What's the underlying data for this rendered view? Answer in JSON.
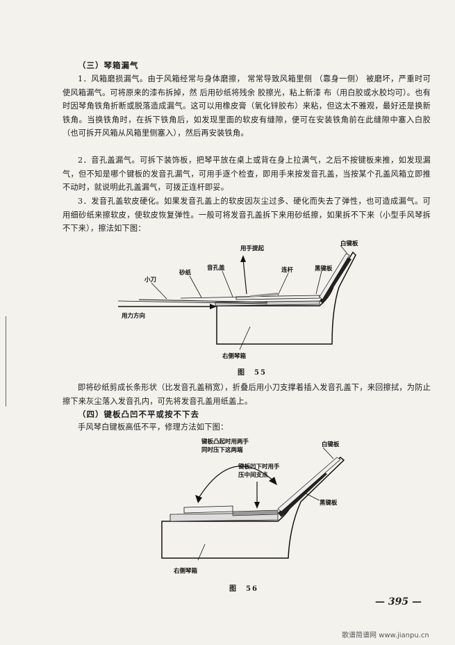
{
  "section3": {
    "title": "（三）琴箱漏气",
    "p1": "1．风箱磨损漏气。由于风箱经常与身体磨擦， 常常导致风箱里侧 （靠身一侧） 被磨坏，严重时可使风箱漏气。可将原来的漆布拆掉，然 后用砂纸将残余 胶擦光，粘上新漆 布（用白胶或水胶均可）。也有时因琴角铁角折断或脱落造成漏气。这可以用橡皮膏（氧化锌胶布）来粘，但这太不雅观，最好还是换新铁角。当换铁角时，在拆下铁角后，如发现里面的软皮有缝隙，便可在安装铁角前在此缝隙中塞入白胶（也可拆开风箱从风箱里侧塞入），然后再安装铁角。",
    "p2": "2．音孔盖漏气。可拆下装饰板，把琴平放在桌上或背在身上拉满气，之后不按键板来推，如发现漏气，但不知是哪个键板的发音孔漏气，可用手逐个检查，即用手来按发音孔盖，当按某个孔盖风箱立即推不动时，就说明此孔盖漏气，可拨正连杆即妥。",
    "p3": "3．发音孔盖软皮硬化。如果发音孔盖上的软皮因灰尘过多、硬化而失去了弹性，也可造成漏气。可用细砂纸来擦软皮，使软皮恢复弹性。一般可将发音孔盖拆下来用砂纸擦，如果拆不下来（小型手风琴拆不下来），擦法如下图："
  },
  "figure55": {
    "labels": {
      "hand_lift": "用手提起",
      "white_key": "白键板",
      "sound_hole_cover": "音孔盖",
      "sandpaper": "砂纸",
      "rod": "连杆",
      "black_key": "黑键板",
      "knife": "小刀",
      "force_direction": "用力方向",
      "right_case": "右侧琴箱"
    },
    "caption": "图　55"
  },
  "p4": "即将砂纸剪成长条形状（比发音孔盖稍宽），折叠后用小刀支撑着插入发音孔盖下，来回擦拭，为防止擦下来灰尘落入发音孔内，可先将发音孔盖用纸盖上。",
  "section4": {
    "title": "（四）键板凸凹不平或按不下去",
    "p1": "手风琴白键板高低不平，修理方法如下图："
  },
  "figure56": {
    "labels": {
      "raised_note_l1": "键板凸起时用两手",
      "raised_note_l2": "同时压下这两端",
      "white_key": "白键板",
      "sunken_note_l1": "键板凹下时用手",
      "sunken_note_l2": "压中间支点",
      "black_key": "黑键板",
      "right_case": "右侧琴箱"
    },
    "caption": "图　56"
  },
  "page_number": "— 395 —",
  "watermark": "歌谱简谱网 www.jianpu.cn"
}
